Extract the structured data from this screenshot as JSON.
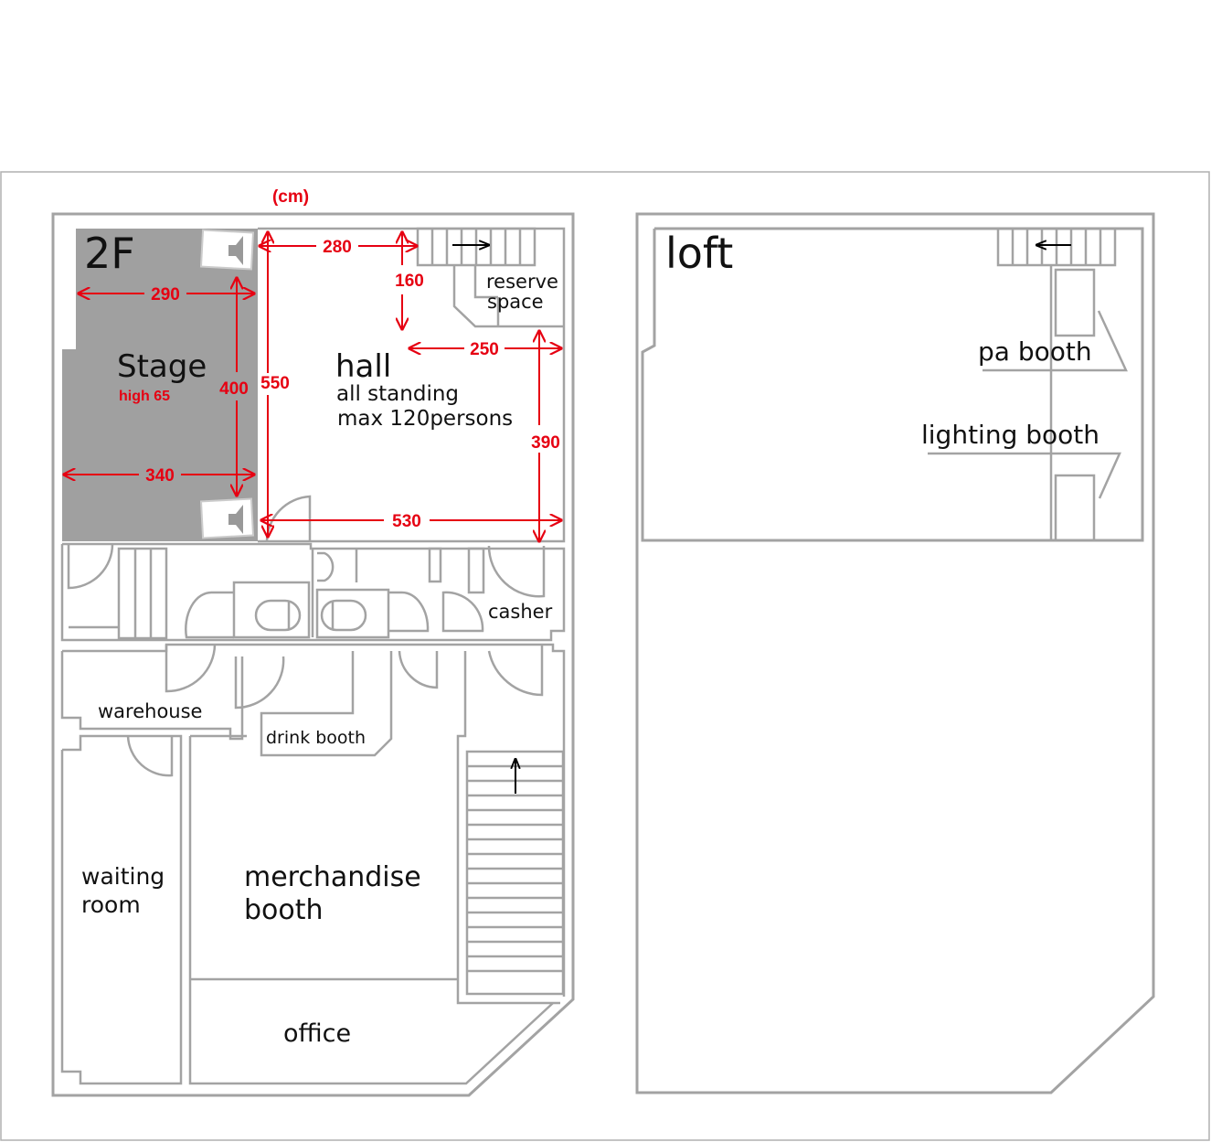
{
  "unit_label": "(cm)",
  "floor_2f": {
    "title": "2F",
    "stage": {
      "label": "Stage",
      "height_note": "high 65"
    },
    "hall": {
      "label": "hall",
      "line1": "all standing",
      "line2": "max 120persons"
    },
    "rooms": {
      "reserve_line1": "reserve",
      "reserve_line2": "space",
      "casher": "casher",
      "warehouse": "warehouse",
      "drink_booth": "drink booth",
      "waiting_line1": "waiting",
      "waiting_line2": "room",
      "merch_line1": "merchandise",
      "merch_line2": "booth",
      "office": "office"
    },
    "dimensions": {
      "d280": "280",
      "d160": "160",
      "d290": "290",
      "d250": "250",
      "d400": "400",
      "d550": "550",
      "d390": "390",
      "d340": "340",
      "d530": "530"
    }
  },
  "loft": {
    "title": "loft",
    "pa_booth": "pa booth",
    "lighting_booth": "lighting booth"
  },
  "colors": {
    "dimension": "#e60012",
    "wall": "#a3a3a3",
    "stage": "#a0a0a0"
  }
}
